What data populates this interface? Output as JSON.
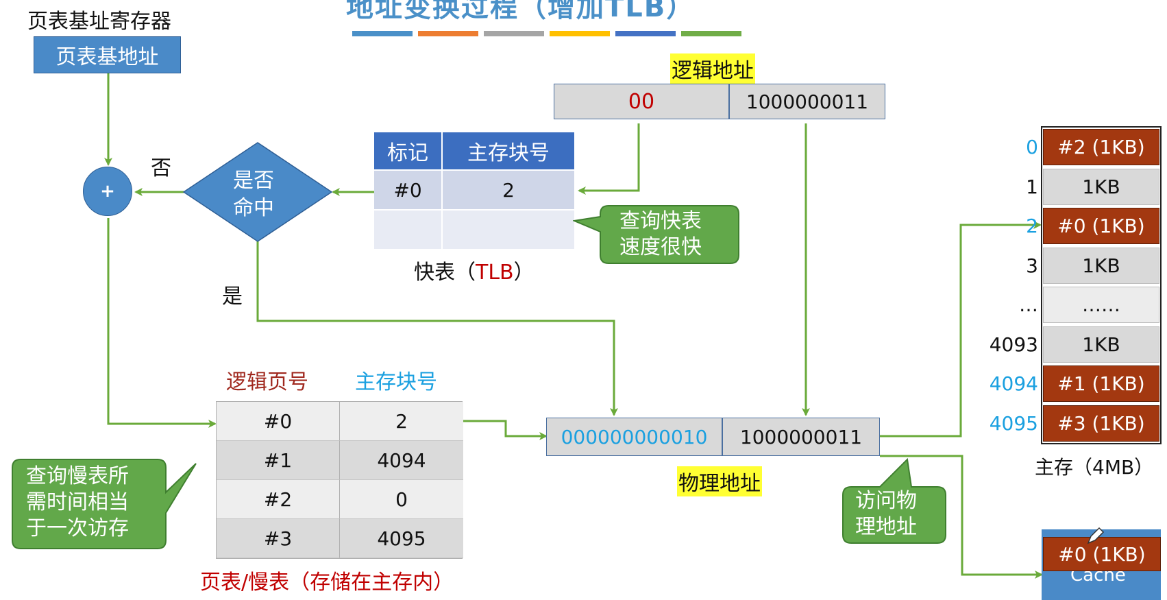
{
  "title": "地址变换过程（增加TLB）",
  "title_bar_colors": [
    "#4a90c8",
    "#ed7d31",
    "#a5a5a5",
    "#ffc000",
    "#4472c4",
    "#70ad47"
  ],
  "colors": {
    "arrow": "#6aaa3a",
    "box_blue": "#4a8ac8",
    "header_blue": "#3c6ec0",
    "memory_red": "#a33810",
    "highlight": "#ffff33",
    "callout_green": "#62a84a",
    "cyan_text": "#1aa0e0",
    "dark_red_text": "#c00000"
  },
  "page_table_register": {
    "label": "页表基址寄存器",
    "value": "页表基地址"
  },
  "adder": {
    "symbol": "+"
  },
  "decision": {
    "text_line1": "是否",
    "text_line2": "命中",
    "no_label": "否",
    "yes_label": "是"
  },
  "logical_address": {
    "label": "逻辑地址",
    "page_part": "00",
    "offset_part": "1000000011"
  },
  "tlb": {
    "headers": [
      "标记",
      "主存块号"
    ],
    "rows": [
      [
        "#0",
        "2"
      ],
      [
        "",
        ""
      ]
    ],
    "caption_prefix": "快表（",
    "caption_tlb": "TLB",
    "caption_suffix": "）"
  },
  "tlb_callout": {
    "line1": "查询快表",
    "line2": "速度很快"
  },
  "page_table": {
    "header_page": "逻辑页号",
    "header_block": "主存块号",
    "rows": [
      [
        "#0",
        "2"
      ],
      [
        "#1",
        "4094"
      ],
      [
        "#2",
        "0"
      ],
      [
        "#3",
        "4095"
      ]
    ],
    "caption_prefix": "页表/",
    "caption_rest": "慢表（存储在主存内）"
  },
  "slow_callout": {
    "line1": "查询慢表所",
    "line2": "需时间相当",
    "line3": "于一次访存"
  },
  "physical_address": {
    "label": "物理地址",
    "block_part": "000000000010",
    "offset_part": "1000000011"
  },
  "access_callout": {
    "line1": "访问物",
    "line2": "理地址"
  },
  "main_memory": {
    "caption": "主存（4MB）",
    "rows": [
      {
        "index": "0",
        "content": "#2 (1KB)",
        "highlight": true
      },
      {
        "index": "1",
        "content": "1KB",
        "highlight": false
      },
      {
        "index": "2",
        "content": "#0 (1KB)",
        "highlight": true
      },
      {
        "index": "3",
        "content": "1KB",
        "highlight": false
      },
      {
        "index": "…",
        "content": "……",
        "highlight": false
      },
      {
        "index": "4093",
        "content": "1KB",
        "highlight": false
      },
      {
        "index": "4094",
        "content": "#1 (1KB)",
        "highlight": true
      },
      {
        "index": "4095",
        "content": "#3 (1KB)",
        "highlight": true
      }
    ]
  },
  "cache": {
    "label": "Cache",
    "content": "#0 (1KB)"
  }
}
